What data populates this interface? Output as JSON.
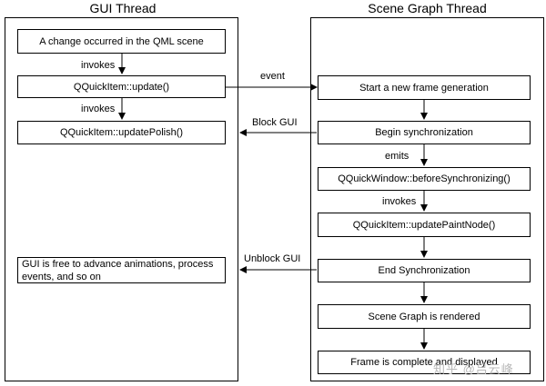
{
  "gui_thread": {
    "title": "GUI Thread",
    "nodes": {
      "change": "A change occurred in the QML scene",
      "update": "QQuickItem::update()",
      "polish": "QQuickItem::updatePolish()",
      "free": "GUI is free to advance animations, process events, and so on"
    },
    "labels": {
      "invokes_1": "invokes",
      "invokes_2": "invokes"
    }
  },
  "scene_graph_thread": {
    "title": "Scene Graph Thread",
    "nodes": {
      "start": "Start a new frame generation",
      "begin_sync": "Begin synchronization",
      "before_sync": "QQuickWindow::beforeSynchronizing()",
      "paint_node": "QQuickItem::updatePaintNode()",
      "end_sync": "End Synchronization",
      "rendered": "Scene Graph is rendered",
      "complete": "Frame is complete and displayed"
    },
    "labels": {
      "emits": "emits",
      "invokes": "invokes"
    }
  },
  "cross_thread_labels": {
    "event": "event",
    "block_gui": "Block GUI",
    "unblock_gui": "Unblock GUI"
  },
  "watermark": "知乎 @吕云峰"
}
